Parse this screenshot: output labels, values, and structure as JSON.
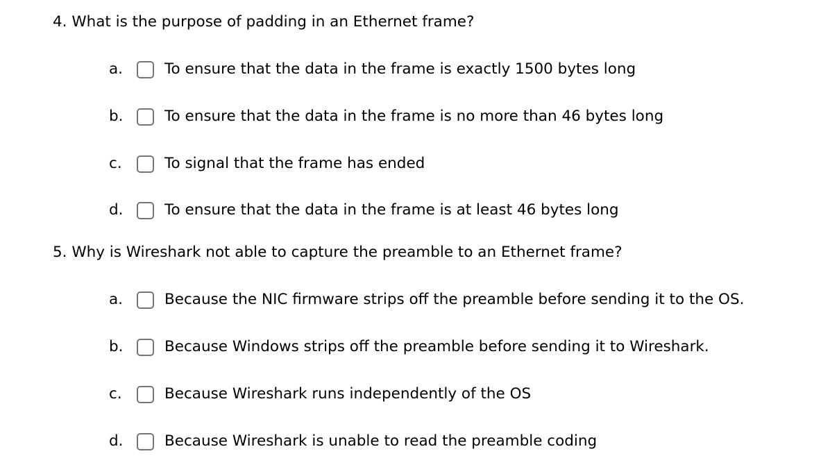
{
  "questions": [
    {
      "number": "4.",
      "text": "4. What is the purpose of padding in an Ethernet frame?",
      "options": [
        {
          "letter": "a.",
          "text": "To ensure that the data in the frame is exactly 1500 bytes long",
          "checked": false
        },
        {
          "letter": "b.",
          "text": "To ensure that the data in the frame is no more than 46 bytes long",
          "checked": false
        },
        {
          "letter": "c.",
          "text": "To signal that the frame has ended",
          "checked": false
        },
        {
          "letter": "d.",
          "text": "To ensure that the data in the frame is at least 46 bytes long",
          "checked": false
        }
      ]
    },
    {
      "number": "5.",
      "text": "5. Why is Wireshark not able to capture the preamble to an Ethernet frame?",
      "options": [
        {
          "letter": "a.",
          "text": "Because the NIC firmware strips off the preamble before sending it to the OS.",
          "checked": false
        },
        {
          "letter": "b.",
          "text": "Because Windows strips off the preamble before sending it to Wireshark.",
          "checked": false
        },
        {
          "letter": "c.",
          "text": "Because Wireshark runs independently of the OS",
          "checked": false
        },
        {
          "letter": "d.",
          "text": "Because Wireshark is unable to read the preamble coding",
          "checked": false
        }
      ]
    }
  ],
  "colors": {
    "text": "#000000",
    "checkbox_border": "#757575",
    "background": "#ffffff"
  }
}
